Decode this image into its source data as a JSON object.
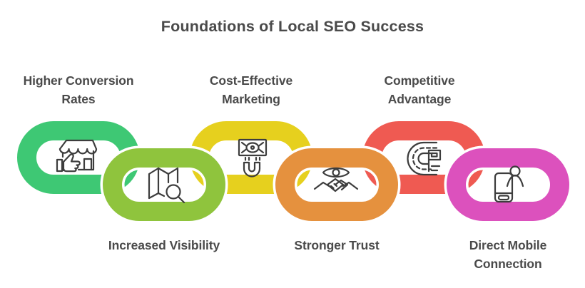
{
  "title": "Foundations of Local SEO Success",
  "colors": {
    "text": "#4a4a4a",
    "icon_stroke": "#3d3d3d",
    "background": "#ffffff"
  },
  "links": [
    {
      "name": "higher-conversion-rates",
      "label_line1": "Higher Conversion",
      "label_line2": "Rates",
      "label_position": "top",
      "color": "#3ec874",
      "icon": "storefront-thumbs-up-icon"
    },
    {
      "name": "increased-visibility",
      "label_line1": "Increased Visibility",
      "label_line2": "",
      "label_position": "bottom",
      "color": "#8fc43d",
      "icon": "map-magnifier-icon"
    },
    {
      "name": "cost-effective-marketing",
      "label_line1": "Cost-Effective",
      "label_line2": "Marketing",
      "label_position": "top",
      "color": "#e6d01e",
      "icon": "money-magnet-icon"
    },
    {
      "name": "stronger-trust",
      "label_line1": "Stronger Trust",
      "label_line2": "",
      "label_position": "bottom",
      "color": "#e5913e",
      "icon": "handshake-eye-icon"
    },
    {
      "name": "competitive-advantage",
      "label_line1": "Competitive",
      "label_line2": "Advantage",
      "label_position": "top",
      "color": "#ef5a52",
      "icon": "race-track-icon"
    },
    {
      "name": "direct-mobile-connection",
      "label_line1": "Direct Mobile",
      "label_line2": "Connection",
      "label_position": "bottom",
      "color": "#dc51bd",
      "icon": "mobile-user-icon"
    }
  ]
}
